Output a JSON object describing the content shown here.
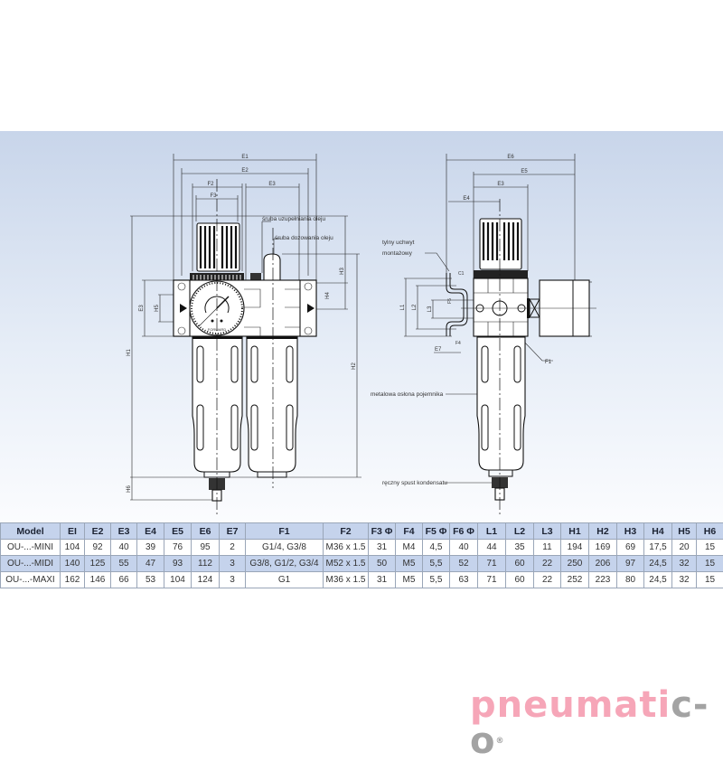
{
  "drawing": {
    "dims_front": {
      "E1": "E1",
      "E2": "E2",
      "F2": "F2",
      "E3": "E3",
      "F3": "F3",
      "H1": "H1",
      "H2": "H2",
      "H3": "H3",
      "H4": "H4",
      "H5": "H5",
      "H6": "H6",
      "E3v": "E3"
    },
    "dims_side": {
      "E6": "E6",
      "E5": "E5",
      "E4": "E4",
      "E3": "E3",
      "L1": "L1",
      "L2": "L2",
      "L3": "L3",
      "F5": "F5",
      "F6": "F6",
      "C1": "C1",
      "F4": "F4",
      "E7": "E7",
      "F1": "F1"
    },
    "callouts": {
      "oil_fill_screw": "śruba uzupełniania oleju",
      "oil_dosing_screw": "śruba dozowania oleju",
      "rear_bracket_1": "tylny uchwyt",
      "rear_bracket_2": "montażowy",
      "metal_bowl_guard": "metalowa osłona pojemnika",
      "manual_drain": "ręczny spust kondensatu"
    },
    "gauge_label": "FORWARD"
  },
  "table": {
    "headers": [
      "Model",
      "EI",
      "E2",
      "E3",
      "E4",
      "E5",
      "E6",
      "E7",
      "F1",
      "F2",
      "F3 Φ",
      "F4",
      "F5 Φ",
      "F6 Φ",
      "L1",
      "L2",
      "L3",
      "H1",
      "H2",
      "H3",
      "H4",
      "H5",
      "H6"
    ],
    "rows": [
      [
        "OU-...-MINI",
        "104",
        "92",
        "40",
        "39",
        "76",
        "95",
        "2",
        "G1/4, G3/8",
        "M36 x 1.5",
        "31",
        "M4",
        "4,5",
        "40",
        "44",
        "35",
        "11",
        "194",
        "169",
        "69",
        "17,5",
        "20",
        "15"
      ],
      [
        "OU-...-MIDI",
        "140",
        "125",
        "55",
        "47",
        "93",
        "112",
        "3",
        "G3/8, G1/2, G3/4",
        "M52 x 1.5",
        "50",
        "M5",
        "5,5",
        "52",
        "71",
        "60",
        "22",
        "250",
        "206",
        "97",
        "24,5",
        "32",
        "15"
      ],
      [
        "OU-...-MAXI",
        "162",
        "146",
        "66",
        "53",
        "104",
        "124",
        "3",
        "G1",
        "M36 x 1.5",
        "31",
        "M5",
        "5,5",
        "63",
        "71",
        "60",
        "22",
        "252",
        "223",
        "80",
        "24,5",
        "32",
        "15"
      ]
    ]
  },
  "logo": {
    "part1": "pneumati",
    "part2": "c-o",
    "mark": "®"
  },
  "colors": {
    "header_bg": "#c5d3ec",
    "panel_top": "#c8d5ea",
    "logo_pink": "#f6a6b8",
    "logo_gray": "#a3a3a3"
  }
}
